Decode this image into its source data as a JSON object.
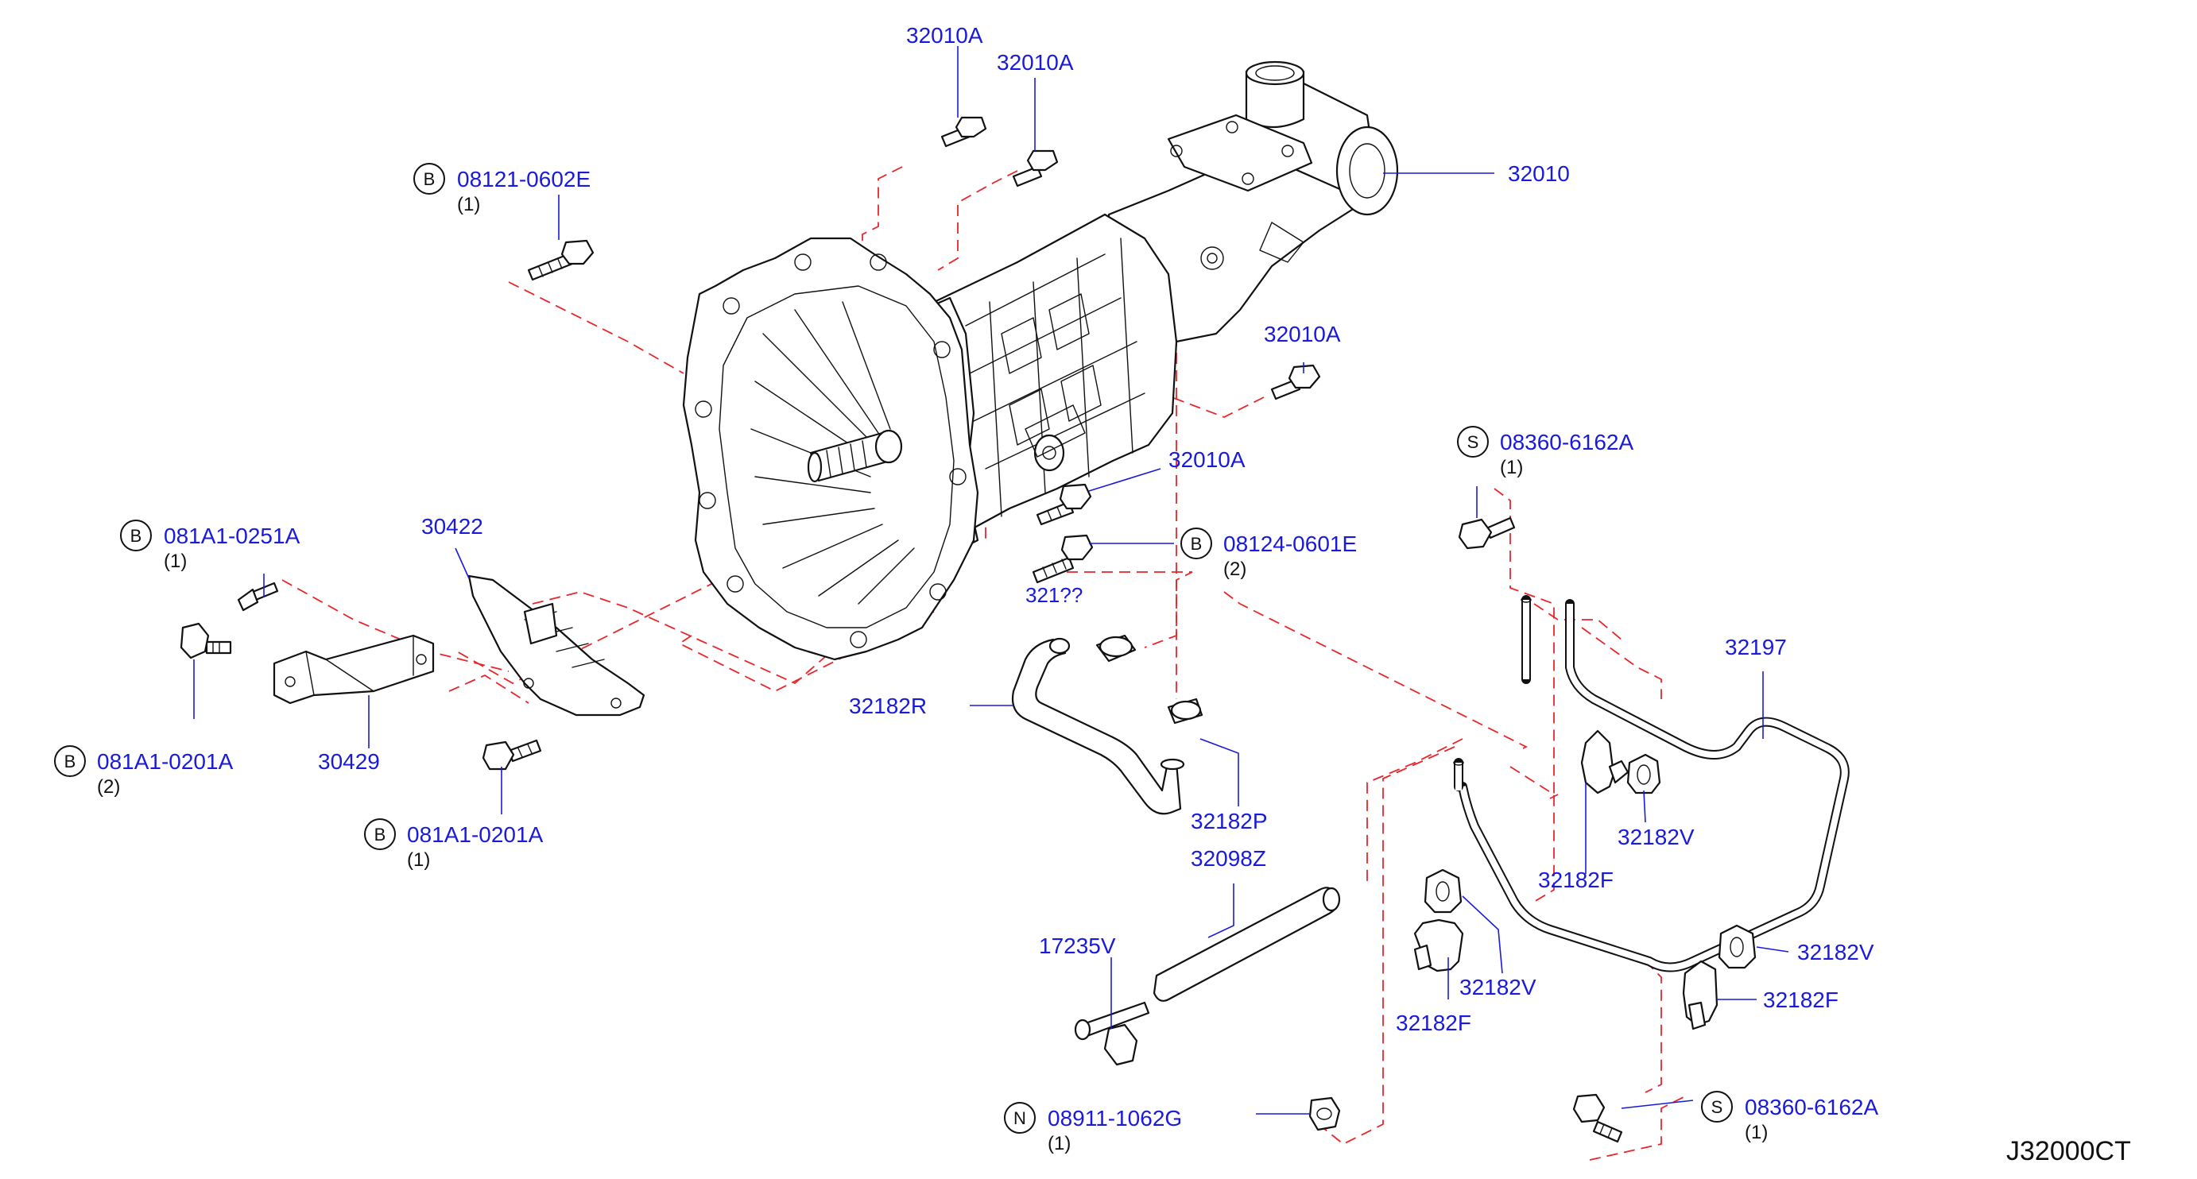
{
  "diagram": {
    "reference_code": "J32000CT",
    "colors": {
      "callout_text": "#1a1adc",
      "leader_line": "#1a1adc",
      "dashed_guide": "#e8262b",
      "line_art": "#111111"
    },
    "callouts": [
      {
        "id": "c1",
        "part": "32010A"
      },
      {
        "id": "c2",
        "part": "32010A"
      },
      {
        "id": "c3",
        "part": "32010"
      },
      {
        "id": "c4",
        "part": "08121-0602E",
        "prefix": "B",
        "qty": "(1)"
      },
      {
        "id": "c5",
        "part": "32010A"
      },
      {
        "id": "c6",
        "part": "08360-6162A",
        "prefix": "S",
        "qty": "(1)"
      },
      {
        "id": "c7",
        "part": "32010A"
      },
      {
        "id": "c8",
        "part": "08124-0601E",
        "prefix": "B",
        "qty": "(2)"
      },
      {
        "id": "c9",
        "part": "081A1-0251A",
        "prefix": "B",
        "qty": "(1)"
      },
      {
        "id": "c10",
        "part": "30422"
      },
      {
        "id": "c11",
        "part": "32197"
      },
      {
        "id": "c12",
        "part": "30429"
      },
      {
        "id": "c13",
        "part": "081A1-0201A",
        "prefix": "B",
        "qty": "(2)"
      },
      {
        "id": "c14",
        "part": "32182R"
      },
      {
        "id": "c15",
        "part": "32182V"
      },
      {
        "id": "c16",
        "part": "32182F"
      },
      {
        "id": "c17",
        "part": "081A1-0201A",
        "prefix": "B",
        "qty": "(1)"
      },
      {
        "id": "c18",
        "part": "32182P"
      },
      {
        "id": "c19",
        "part": "32098Z"
      },
      {
        "id": "c20",
        "part": "32182V"
      },
      {
        "id": "c21",
        "part": "17235V"
      },
      {
        "id": "c22",
        "part": "32182V"
      },
      {
        "id": "c23",
        "part": "32182F"
      },
      {
        "id": "c24",
        "part": "32182F"
      },
      {
        "id": "c25",
        "part": "08360-6162A",
        "prefix": "S",
        "qty": "(1)"
      },
      {
        "id": "c26",
        "part": "08911-1062G",
        "prefix": "N",
        "qty": "(1)"
      }
    ],
    "overlap_label": "321??"
  }
}
